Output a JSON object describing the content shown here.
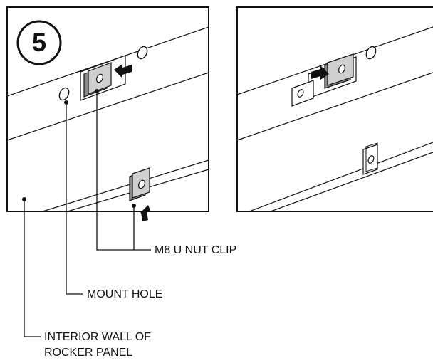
{
  "step": {
    "number": "5"
  },
  "callouts": {
    "nut_clip": "M8 U NUT CLIP",
    "mount_hole": "MOUNT HOLE",
    "interior_wall_line1": "INTERIOR WALL OF",
    "interior_wall_line2": "ROCKER PANEL"
  },
  "colors": {
    "line": "#111111",
    "clip_fill": "#cfcfcf",
    "clip_dark": "#8a8a8a",
    "arrow": "#111111"
  }
}
